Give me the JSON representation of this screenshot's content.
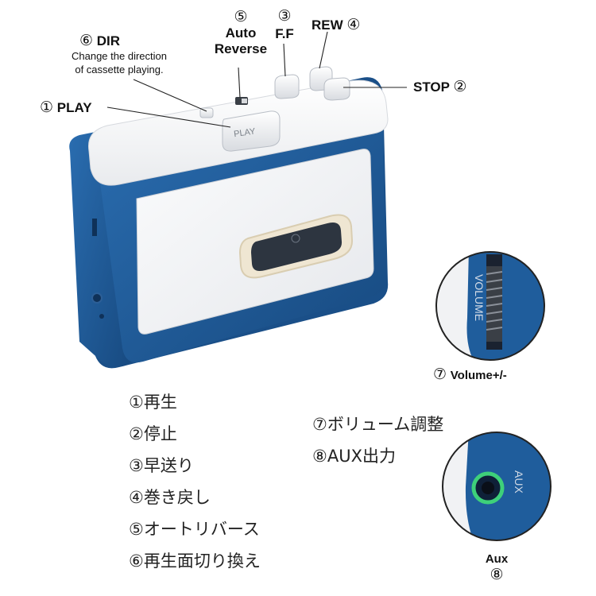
{
  "callouts": {
    "dir": {
      "num": "⑥",
      "label": "DIR",
      "desc_line1": "Change the direction",
      "desc_line2": "of cassette playing."
    },
    "auto_reverse": {
      "num": "⑤",
      "line1": "Auto",
      "line2": "Reverse"
    },
    "ff": {
      "num": "③",
      "label": "F.F"
    },
    "rew": {
      "num": "④",
      "label": "REW"
    },
    "stop": {
      "num": "②",
      "label": "STOP"
    },
    "play": {
      "num": "①",
      "label": "PLAY"
    },
    "volume": {
      "num": "⑦",
      "label": "Volume+/-"
    },
    "aux": {
      "num": "⑧",
      "label": "Aux"
    }
  },
  "device": {
    "play_key_text": "PLAY",
    "volume_side_text": "VOLUME",
    "aux_side_text": "AUX",
    "colors": {
      "shell": "#1f5d9c",
      "shell_dark": "#163f6b",
      "panel": "#f3f4f6",
      "aux_ring": "#3ed07a"
    }
  },
  "japanese_list_left": [
    "①再生",
    "②停止",
    "③早送り",
    "④巻き戻し",
    "⑤オートリバース",
    "⑥再生面切り換え"
  ],
  "japanese_list_right": [
    "⑦ボリューム調整",
    "⑧AUX出力"
  ]
}
